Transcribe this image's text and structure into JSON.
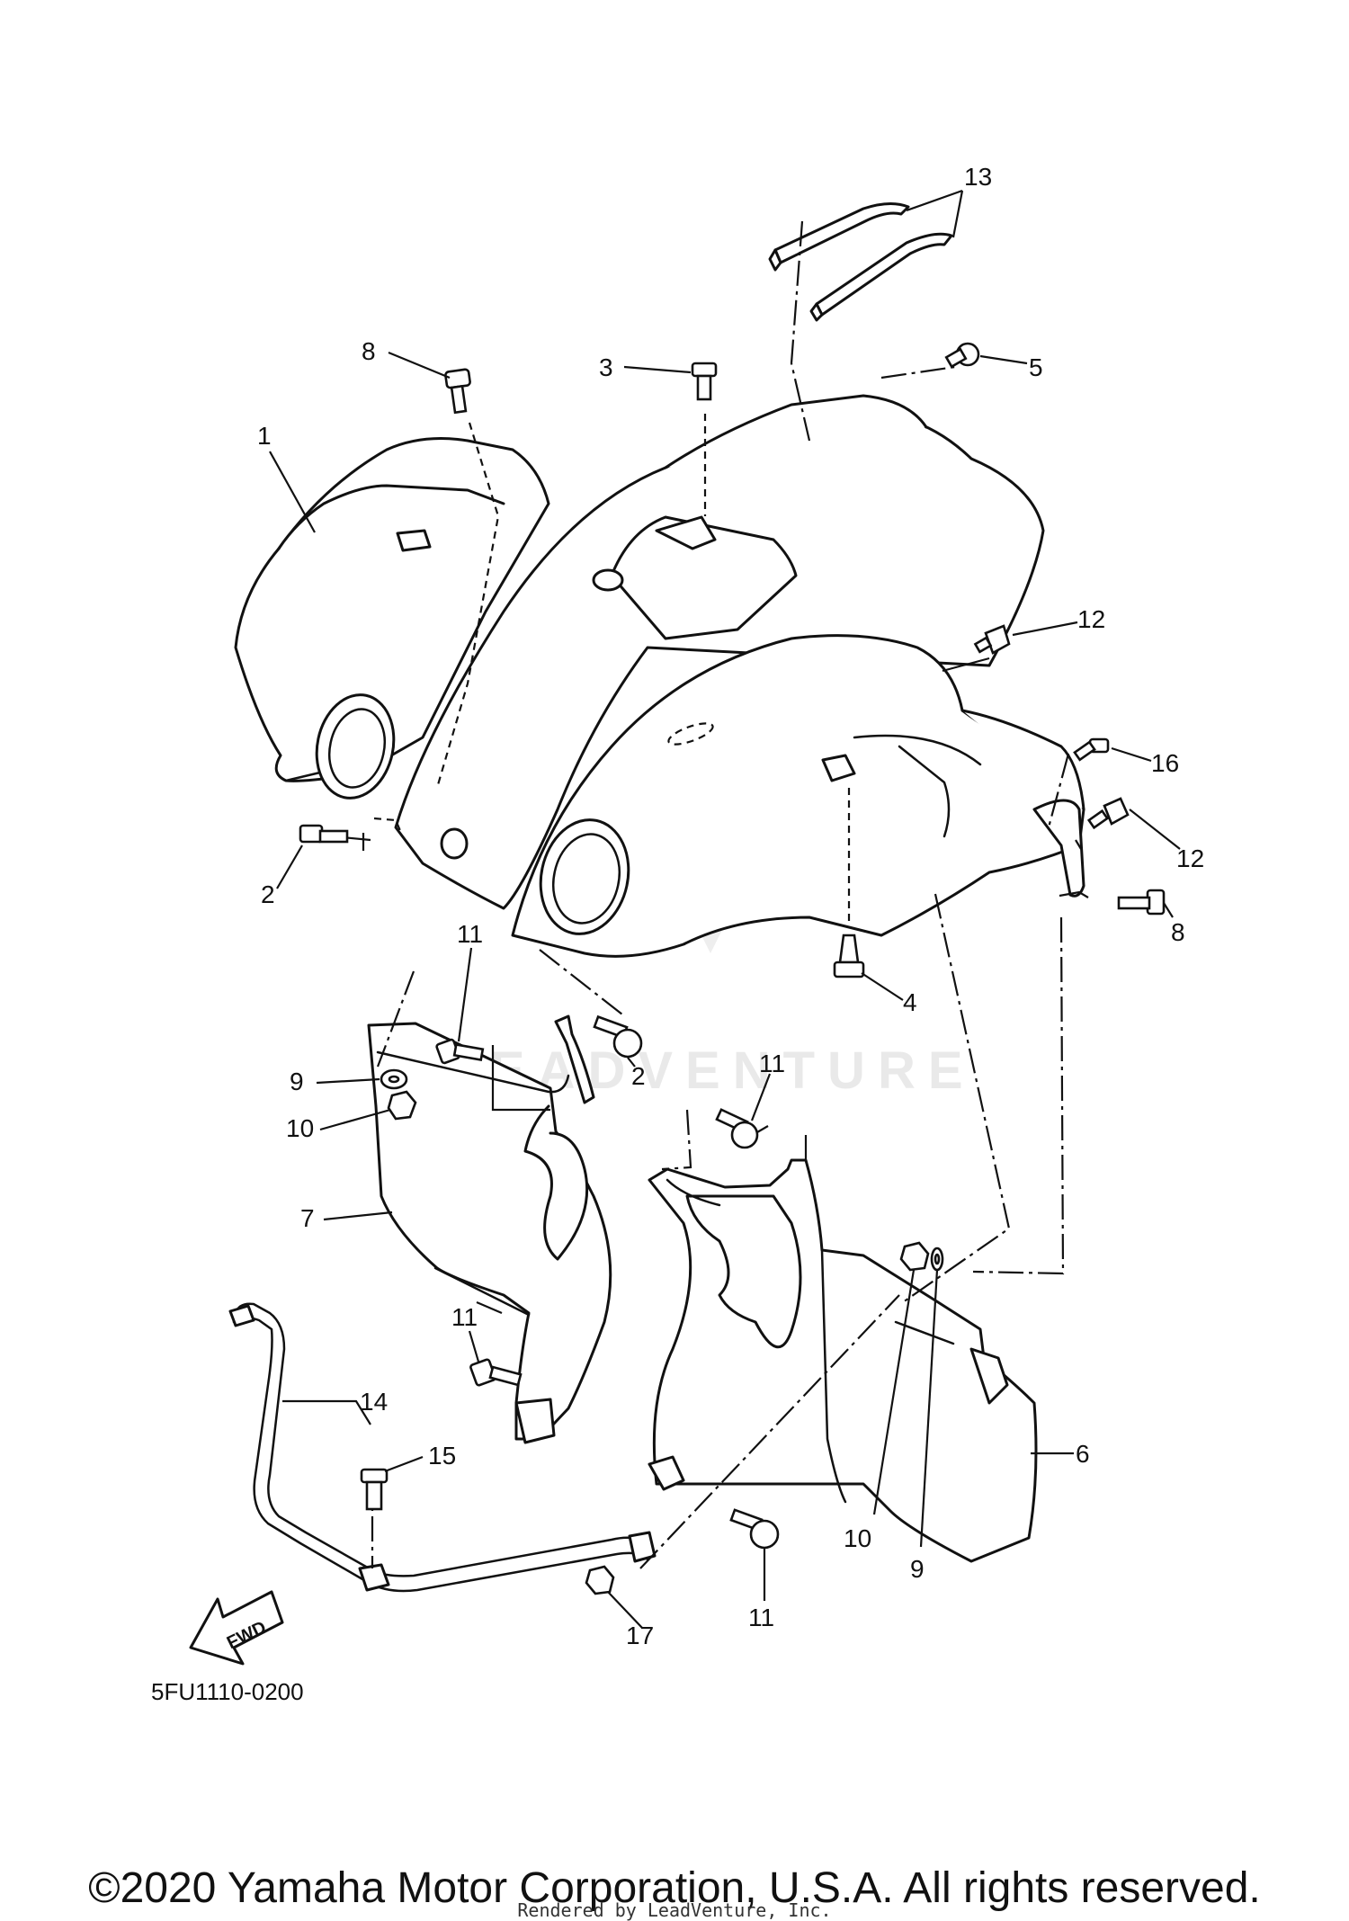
{
  "diagram": {
    "callouts": [
      {
        "id": "c13",
        "label": "13"
      },
      {
        "id": "c8a",
        "label": "8"
      },
      {
        "id": "c3",
        "label": "3"
      },
      {
        "id": "c5",
        "label": "5"
      },
      {
        "id": "c1",
        "label": "1"
      },
      {
        "id": "c12a",
        "label": "12"
      },
      {
        "id": "c16",
        "label": "16"
      },
      {
        "id": "c12b",
        "label": "12"
      },
      {
        "id": "c2a",
        "label": "2"
      },
      {
        "id": "c8b",
        "label": "8"
      },
      {
        "id": "c11a",
        "label": "11"
      },
      {
        "id": "c4",
        "label": "4"
      },
      {
        "id": "c2b",
        "label": "2"
      },
      {
        "id": "c9a",
        "label": "9"
      },
      {
        "id": "c11b",
        "label": "11"
      },
      {
        "id": "c10a",
        "label": "10"
      },
      {
        "id": "c7",
        "label": "7"
      },
      {
        "id": "c11c",
        "label": "11"
      },
      {
        "id": "c14",
        "label": "14"
      },
      {
        "id": "c6",
        "label": "6"
      },
      {
        "id": "c15",
        "label": "15"
      },
      {
        "id": "c10b",
        "label": "10"
      },
      {
        "id": "c9b",
        "label": "9"
      },
      {
        "id": "c17",
        "label": "17"
      },
      {
        "id": "c11d",
        "label": "11"
      }
    ],
    "fwd_label": "FWD",
    "diagram_code": "5FU1110-0200",
    "watermark": "LEADVENTURE"
  },
  "footer": {
    "copyright": "©2020 Yamaha Motor Corporation, U.S.A. All rights reserved.",
    "rendered_by": "Rendered by LeadVenture, Inc."
  }
}
